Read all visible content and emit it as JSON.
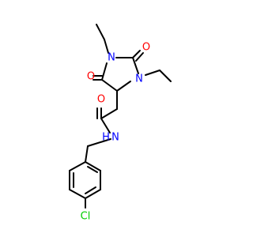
{
  "molecule": {
    "atoms": {
      "n1": "N",
      "n3": "N",
      "o2": "O",
      "o5": "O",
      "o_amide": "O",
      "n_amide": "N",
      "h_amide": "H",
      "cl": "Cl"
    },
    "colors": {
      "carbon_bond": "#000000",
      "nitrogen": "#0000ff",
      "oxygen": "#ff0000",
      "chlorine": "#00cc00",
      "background": "#ffffff"
    }
  }
}
